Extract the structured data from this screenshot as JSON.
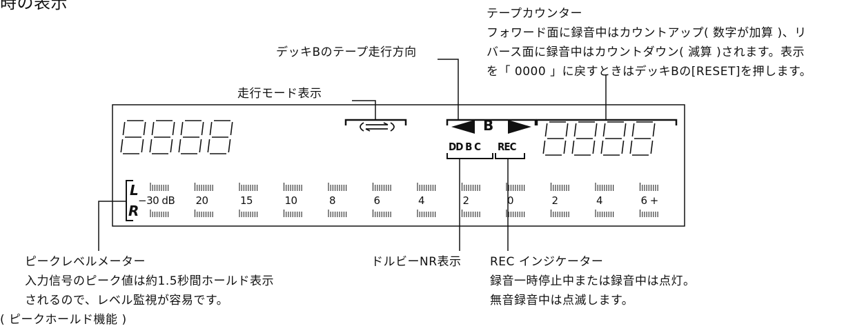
{
  "title": "時の表示",
  "annotations": {
    "tape_counter": {
      "heading": "テープカウンター",
      "lines": [
        "フォワード面に録音中はカウントアップ( 数字が加算 )、リ",
        "バース面に録音中はカウントダウン( 減算 )されます。表示",
        "を「 0000 」に戻すときはデッキBの[RESET]を押します。"
      ]
    },
    "deck_b_direction": "デッキBのテープ走行方向",
    "run_mode": "走行モード表示",
    "peak_meter": {
      "heading": "ピークレベルメーター",
      "lines": [
        "入力信号のピーク値は約1.5秒間ホールド表示",
        "されるので、レベル監視が容易です。",
        "( ピークホールド機能 )"
      ]
    },
    "dolby_nr": "ドルビーNR表示",
    "rec_indicator": {
      "heading": "REC インジケーター",
      "lines": [
        "録音一時停止中または録音中は点灯。",
        "無音録音中は点滅します。"
      ]
    }
  },
  "display": {
    "left_counter": "8888",
    "right_counter": "8888",
    "deck_label": "B",
    "dolby_badge": "DD B C",
    "rec_badge": "REC",
    "channel_left": "L",
    "channel_right": "R",
    "meter_scale": [
      "−30 dB",
      "20",
      "15",
      "10",
      "8",
      "6",
      "4",
      "2",
      "0",
      "2",
      "4",
      "6 +"
    ]
  }
}
